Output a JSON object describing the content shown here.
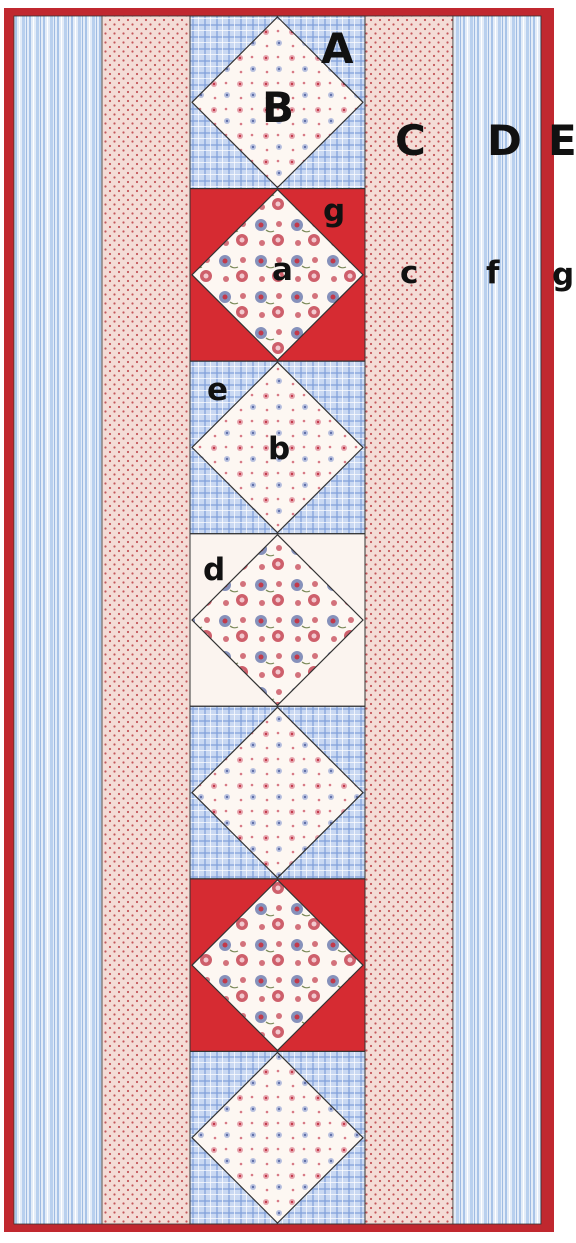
{
  "diagram": {
    "type": "quilt-runner-layout",
    "colors": {
      "border_red": "#c0282f",
      "solid_red": "#d62b32",
      "pink_dot_bg": "#f4dcd6",
      "pink_dot": "#c4565a",
      "blue_stripe_light": "#e3ecf8",
      "blue_stripe": "#a9c4e8",
      "plaid_bg": "#c9d8f2",
      "plaid_line": "#7f9fd8",
      "cream": "#fbf4ef",
      "floral_bg": "#fdf7f2",
      "floral_red": "#c2394a",
      "floral_blue": "#5f6fa8",
      "seam": "#333333"
    },
    "columns": [
      "stripe",
      "pink-dot",
      "center",
      "pink-dot",
      "stripe",
      "red-binding"
    ],
    "blocks": [
      {
        "corners": "plaid",
        "center": "small-floral"
      },
      {
        "corners": "red",
        "center": "large-floral"
      },
      {
        "corners": "plaid",
        "center": "small-floral"
      },
      {
        "corners": "cream",
        "center": "large-floral"
      },
      {
        "corners": "plaid",
        "center": "small-floral"
      },
      {
        "corners": "red",
        "center": "large-floral"
      },
      {
        "corners": "plaid",
        "center": "small-floral"
      }
    ],
    "labels": {
      "A": "A",
      "B": "B",
      "C": "C",
      "D": "D",
      "E": "E",
      "a": "a",
      "b": "b",
      "c": "c",
      "d": "d",
      "e": "e",
      "f": "f",
      "g_top": "g",
      "g_right": "g"
    }
  }
}
